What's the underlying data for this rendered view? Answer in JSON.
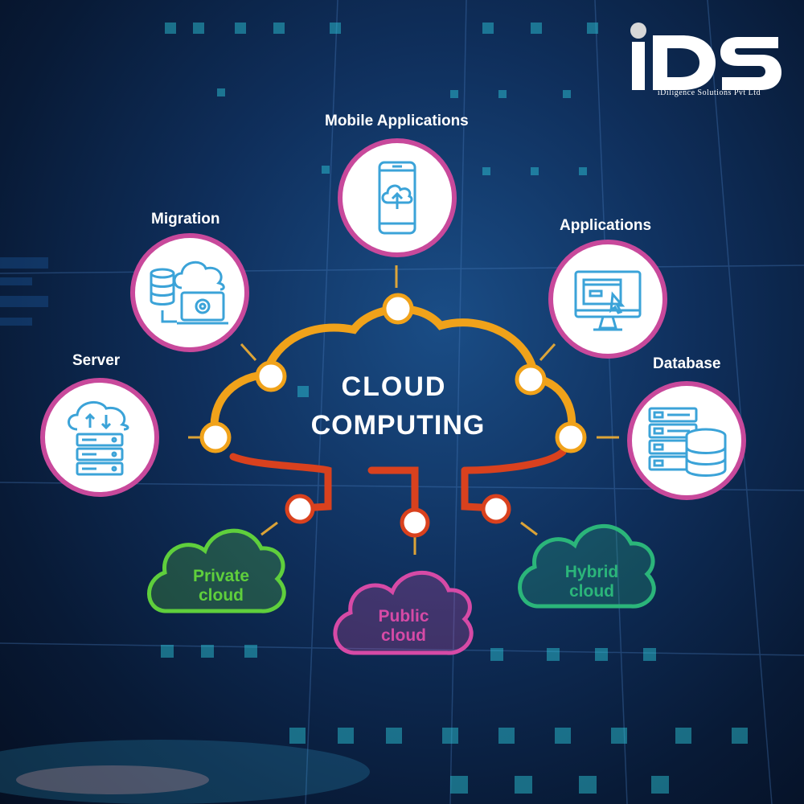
{
  "logo": {
    "mark": "iDS",
    "company": "iDiligence Solutions Pvt Ltd"
  },
  "center": {
    "line1": "CLOUD",
    "line2": "COMPUTING"
  },
  "services": {
    "mobile_applications": "Mobile Applications",
    "migration": "Migration",
    "applications": "Applications",
    "server": "Server",
    "database": "Database"
  },
  "cloud_types": {
    "private": {
      "line1": "Private",
      "line2": "cloud"
    },
    "public": {
      "line1": "Public",
      "line2": "cloud"
    },
    "hybrid": {
      "line1": "Hybrid",
      "line2": "cloud"
    }
  },
  "colors": {
    "ring_border": "#c8499b",
    "icon_blue": "#3ba3d8",
    "cloud_outline": "#f0a21a",
    "connector_red": "#d9411e",
    "private_cloud": "#5fcf3c",
    "public_cloud": "#d64aa6",
    "hybrid_cloud": "#2bb57a"
  },
  "icons": {
    "mobile_applications": "mobile-cloud-upload-icon",
    "migration": "database-cloud-gear-icon",
    "applications": "monitor-window-cursor-icon",
    "server": "cloud-server-stack-icon",
    "database": "server-database-icon"
  }
}
